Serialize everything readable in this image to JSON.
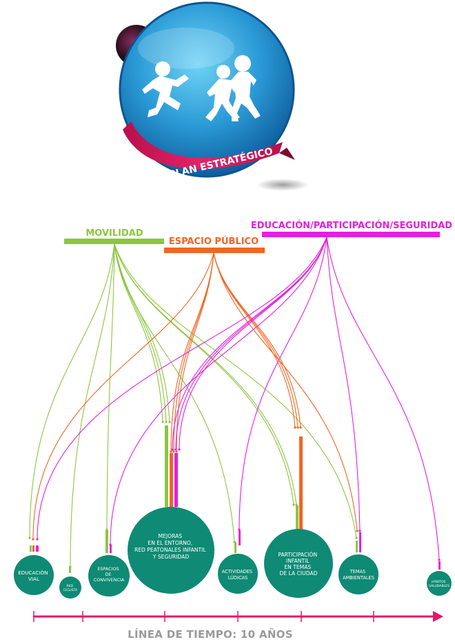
{
  "logo": {
    "ribbon_text": "PLAN ESTRATÉGICO",
    "colors": {
      "sphere": "#1a83c6",
      "sphere_light": "#4fc3f0",
      "ribbon": "#d4145a"
    }
  },
  "categories": [
    {
      "id": "movilidad",
      "label": "MOVILIDAD",
      "color": "#8cc63f"
    },
    {
      "id": "espacio",
      "label": "ESPACIO PÚBLICO",
      "color": "#f26522"
    },
    {
      "id": "educacion",
      "label": "EDUCACIÓN/PARTICIPACIÓN/SEGURIDAD",
      "color": "#e61ee0"
    }
  ],
  "nodes": [
    {
      "id": "educacion-vial",
      "lines": [
        "EDUCACIÓN",
        "VIAL"
      ]
    },
    {
      "id": "red-ciclista",
      "lines": [
        "RED",
        "CICLISTA"
      ]
    },
    {
      "id": "espacios-convivencia",
      "lines": [
        "ESPACIOS",
        "DE",
        "CONVIVENCIA"
      ]
    },
    {
      "id": "mejoras-entorno",
      "lines": [
        "MEJORAS",
        "EN EL ENTORNO,",
        "RED PEATONALES INFANTIL",
        "Y SEGURIDAD"
      ]
    },
    {
      "id": "actividades-ludicas",
      "lines": [
        "ACTIVIDADES",
        "LÚDICAS"
      ]
    },
    {
      "id": "participacion-infantil",
      "lines": [
        "PARTICIPACIÓN",
        "INFANTIL",
        "EN TEMAS",
        "DE LA CIUDAD"
      ]
    },
    {
      "id": "temas-ambientales",
      "lines": [
        "TEMAS",
        "AMBIENTALES"
      ]
    },
    {
      "id": "habitos-saludables",
      "lines": [
        "HÁBITOS",
        "SALUDABLES"
      ]
    }
  ],
  "node_color": "#0f8a74",
  "timeline": {
    "label": "LÍNEA DE TIEMPO: 10 AÑOS",
    "color": "#e5176a"
  }
}
